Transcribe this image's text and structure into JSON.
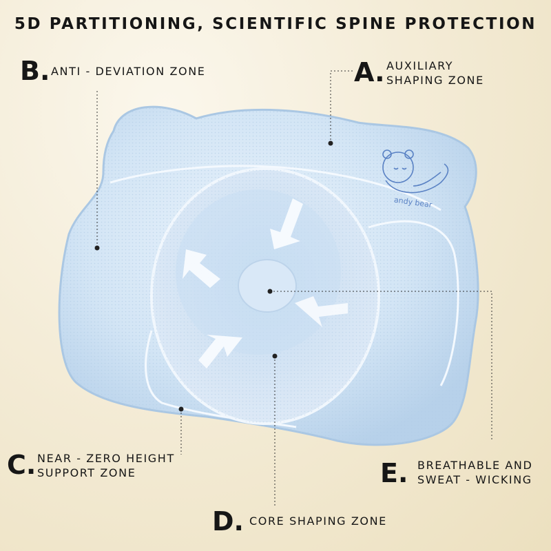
{
  "title": "5D PARTITIONING, SCIENTIFIC SPINE PROTECTION",
  "zones": {
    "a": {
      "letter": "A.",
      "line1": "AUXILIARY",
      "line2": "SHAPING ZONE"
    },
    "b": {
      "letter": "B.",
      "label": "ANTI - DEVIATION ZONE"
    },
    "c": {
      "letter": "C.",
      "line1": "NEAR - ZERO HEIGHT",
      "line2": "SUPPORT ZONE"
    },
    "d": {
      "letter": "D.",
      "label": "CORE SHAPING ZONE"
    },
    "e": {
      "letter": "E.",
      "line1": "BREATHABLE AND",
      "line2": "SWEAT - WICKING"
    }
  },
  "product": {
    "logo_text": "andy bear"
  },
  "colors": {
    "pillow": "#cfe3f5",
    "pillow_edge": "#a9c6e4",
    "logo_blue": "#5a82c4",
    "text": "#161616"
  }
}
